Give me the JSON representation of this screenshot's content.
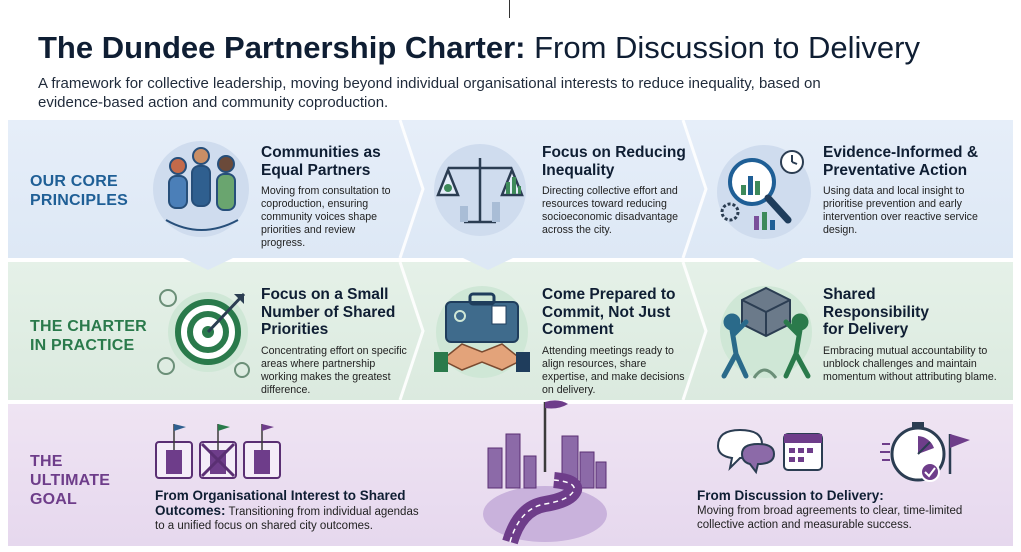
{
  "header": {
    "title_bold": "The Dundee Partnership Charter:",
    "title_rest": " From Discussion to Delivery",
    "subtitle": "A framework for collective leadership, moving beyond individual organisational interests to reduce inequality, based on evidence-based action and community coproduction."
  },
  "rows": {
    "principles": {
      "label_line1": "OUR CORE",
      "label_line2": "PRINCIPLES"
    },
    "practice": {
      "label_line1": "THE CHARTER",
      "label_line2": "IN PRACTICE"
    },
    "goal": {
      "label_line1": "THE",
      "label_line2": "ULTIMATE",
      "label_line3": "GOAL"
    }
  },
  "principles": [
    {
      "heading_line1": "Communities as",
      "heading_line2": "Equal Partners",
      "desc": "Moving from consultation to coproduction, ensuring community voices shape priorities and review progress."
    },
    {
      "heading_line1": "Focus on Reducing",
      "heading_line2": "Inequality",
      "desc": "Directing collective effort and resources toward reducing socioeconomic disadvantage across the city."
    },
    {
      "heading_line1": "Evidence-Informed &",
      "heading_line2": "Preventative Action",
      "desc": "Using data and local insight to prioritise prevention and early intervention over reactive service design."
    }
  ],
  "practice": [
    {
      "heading_line1": "Focus on a Small",
      "heading_line2": "Number of Shared",
      "heading_line3": "Priorities",
      "desc": "Concentrating effort on specific areas where partnership working makes the greatest difference."
    },
    {
      "heading_line1": "Come Prepared to",
      "heading_line2": "Commit, Not Just",
      "heading_line3": "Comment",
      "desc": "Attending meetings ready to align resources, share expertise, and make decisions on delivery."
    },
    {
      "heading_line1": "Shared",
      "heading_line2": "Responsibility",
      "heading_line3": "for Delivery",
      "desc": "Embracing mutual accountability to unblock challenges and maintain momentum without attributing blame."
    }
  ],
  "goals": [
    {
      "heading": "From Organisational Interest to Shared Outcomes:",
      "desc": "Transitioning from individual agendas to a unified focus on shared city outcomes."
    },
    {
      "heading": "From Discussion to Delivery:",
      "desc": "Moving from broad agreements to clear, time-limited collective action and measurable success."
    }
  ],
  "colors": {
    "principles": "#1f5f96",
    "practice": "#2a7a4b",
    "goal": "#6e3d8a"
  }
}
